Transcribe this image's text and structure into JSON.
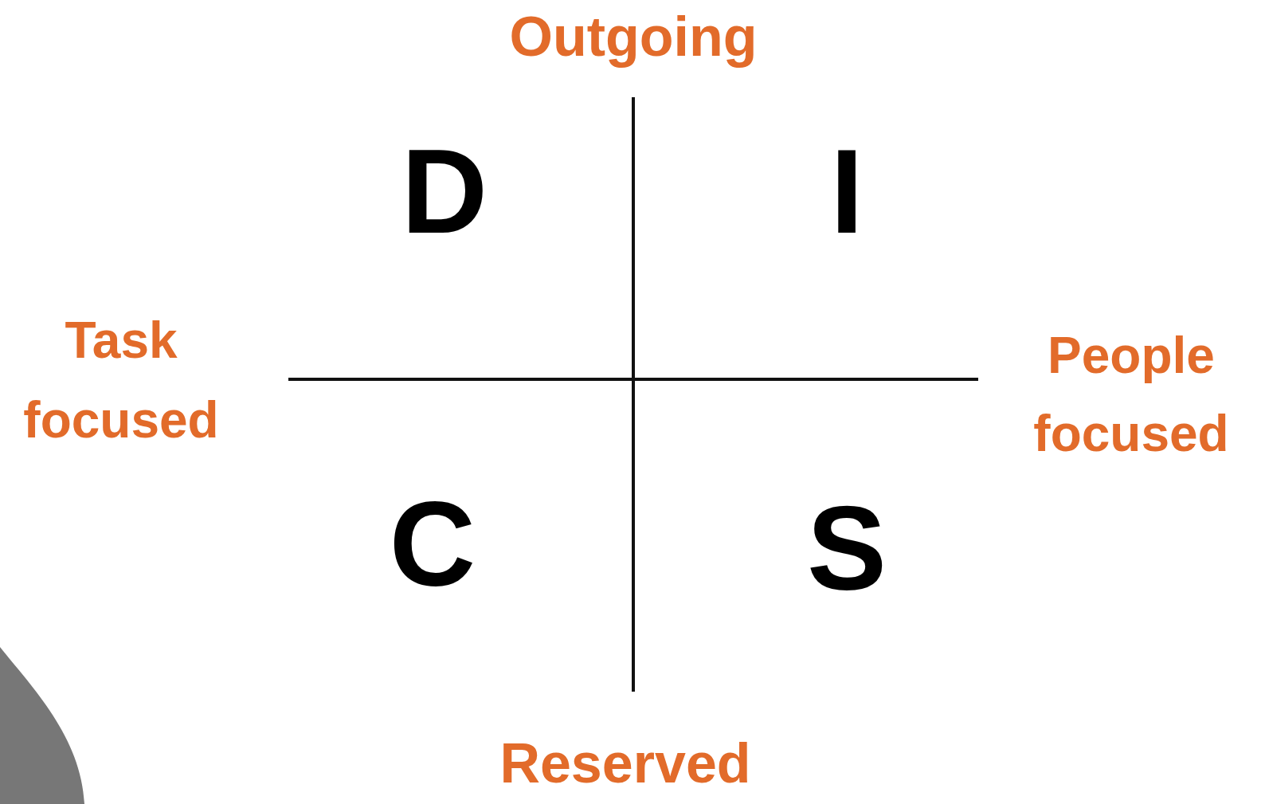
{
  "diagram": {
    "labels": [
      "Outgoing",
      "D",
      "I",
      "Task focused",
      "People focused",
      "C",
      "S",
      "Reserved"
    ]
  }
}
